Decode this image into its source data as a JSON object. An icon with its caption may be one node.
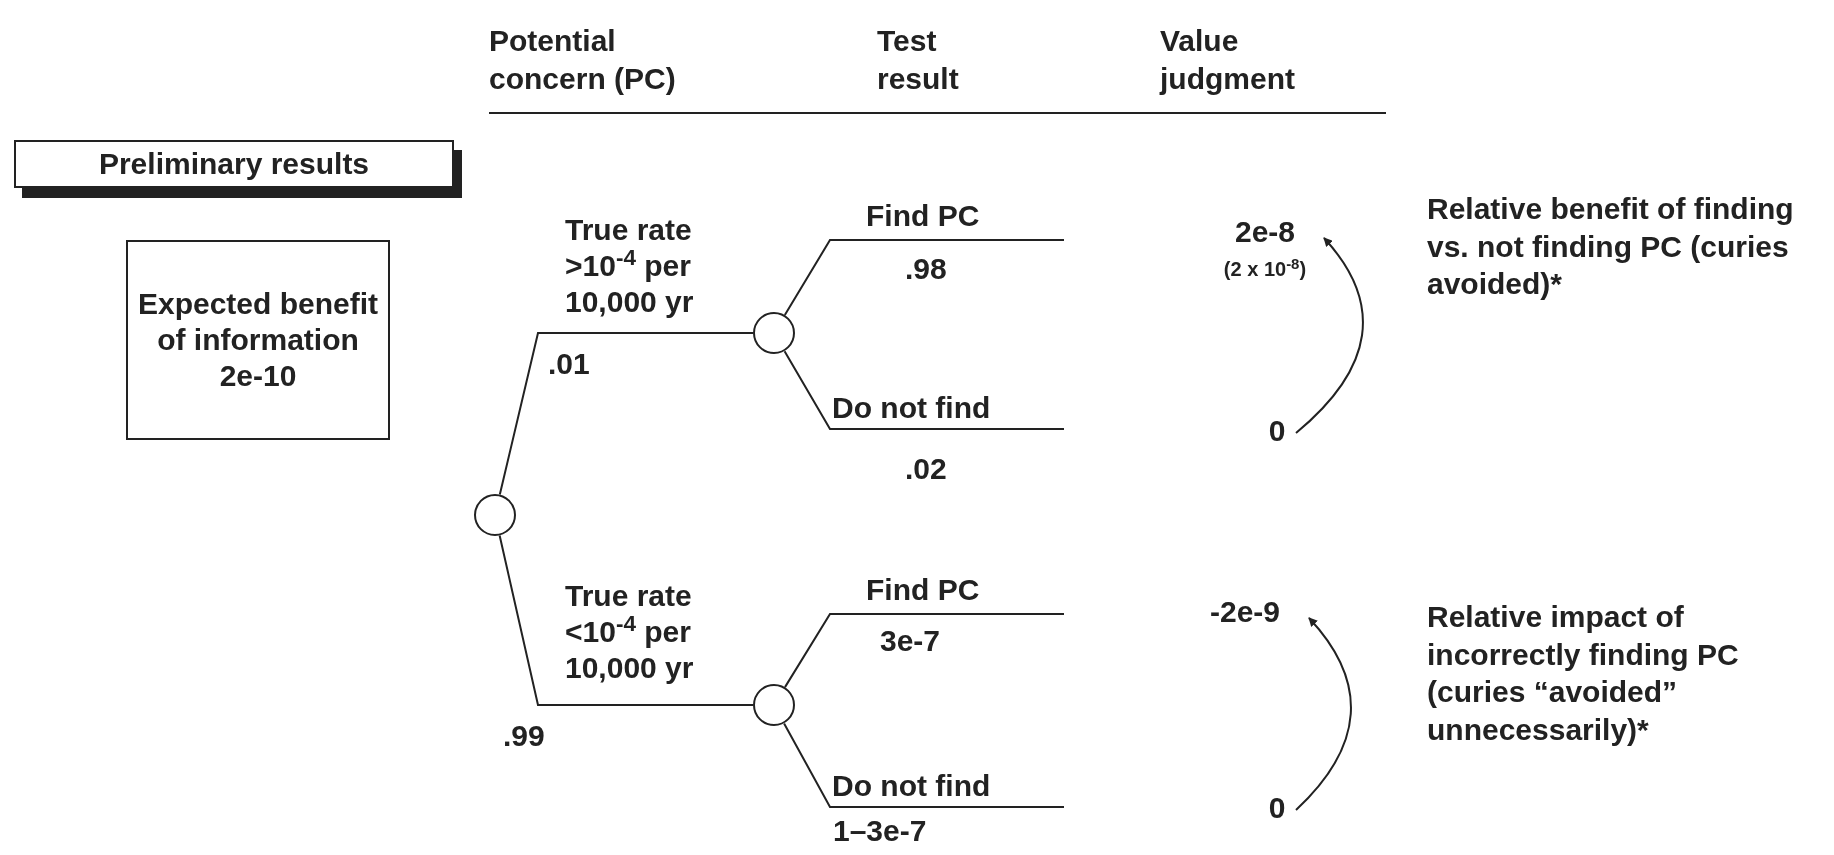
{
  "diagram": {
    "nodes": [
      {
        "text": [
          "Preliminary results"
        ]
      },
      {
        "text": [
          "Expected benefit of information 2e-10"
        ]
      },
      {
        "text": [],
        "shape": "circle"
      },
      {
        "text": [],
        "shape": "circle"
      },
      {
        "text": [],
        "shape": "circle"
      },
      {
        "text": [
          "2e-8"
        ],
        "beside": [
          "(2 x 10$^{-8}$)"
        ]
      },
      {
        "text": [
          "0"
        ]
      },
      {
        "text": [
          "-2e-9"
        ]
      },
      {
        "text": [
          "0"
        ]
      }
    ],
    "edges": [
      {
        "from": 2,
        "to": 3,
        "arrow": "none",
        "label": "True rate >10$^{-4}$ per 10,000 yr"
      },
      {
        "from": 2,
        "to": 4,
        "arrow": "none",
        "label": "True rate <10$^{-4}$ per 10,000 yr"
      },
      {
        "from": 3,
        "to": null,
        "arrow": "none",
        "label": "Find PC"
      },
      {
        "from": 3,
        "to": null,
        "arrow": "none",
        "label": "Do not find"
      },
      {
        "from": 4,
        "to": null,
        "arrow": "none",
        "label": "Find PC"
      },
      {
        "from": 4,
        "to": null,
        "arrow": "none",
        "label": "Do not find"
      },
      {
        "from": 6,
        "to": 5,
        "arrow": "to"
      },
      {
        "from": 8,
        "to": 7,
        "arrow": "to"
      }
    ],
    "labels": [
      "Potential concern (PC)",
      "Test result",
      "Value judgment",
      ".01",
      ".98",
      ".02",
      "Relative benefit of finding vs. not finding PC (curies avoided)*",
      ".99",
      "3e-7",
      "1–3e-7",
      "Relative impact of incorrectly finding PC (curies “avoided” unnecessarily)*"
    ]
  }
}
